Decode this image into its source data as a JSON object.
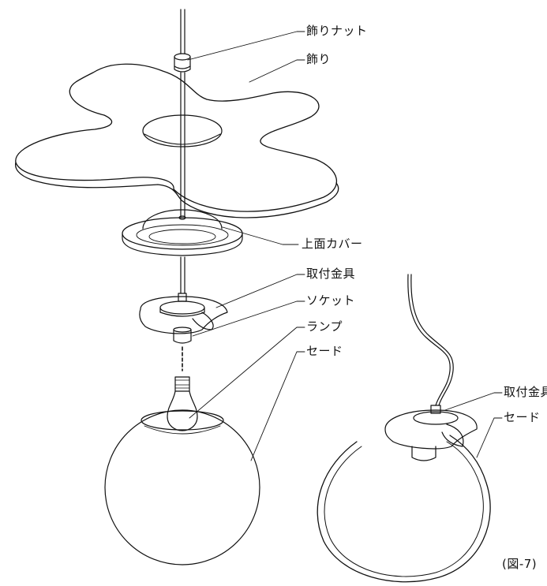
{
  "labels": {
    "nut": "飾りナット",
    "decor": "飾り",
    "cover": "上面カバー",
    "bracket": "取付金具",
    "socket": "ソケット",
    "lamp": "ランプ",
    "shade": "セード",
    "bracket_right": "取付金具",
    "shade_right": "セード",
    "figure": "(図-7)"
  }
}
